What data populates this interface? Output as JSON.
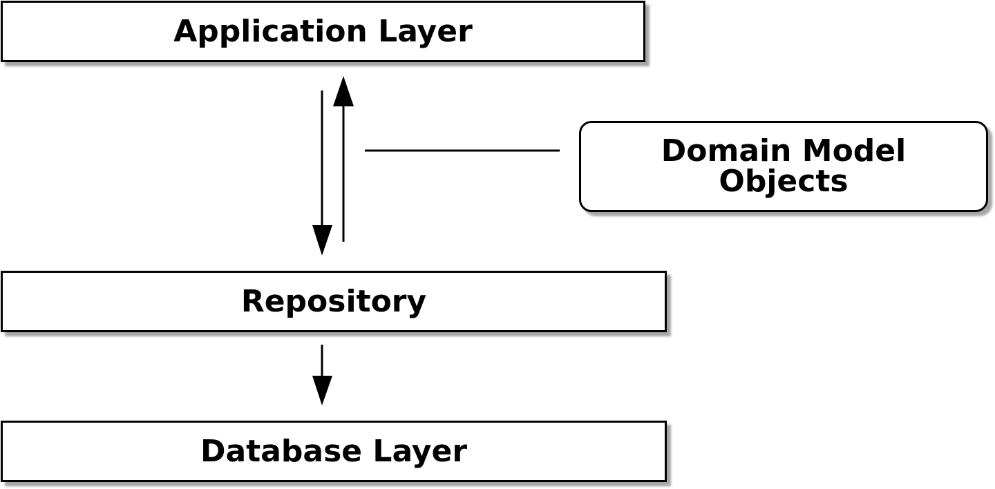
{
  "diagram": {
    "application_layer": "Application Layer",
    "repository": "Repository",
    "database_layer": "Database Layer",
    "domain_model": {
      "line1": "Domain Model",
      "line2": "Objects"
    }
  }
}
